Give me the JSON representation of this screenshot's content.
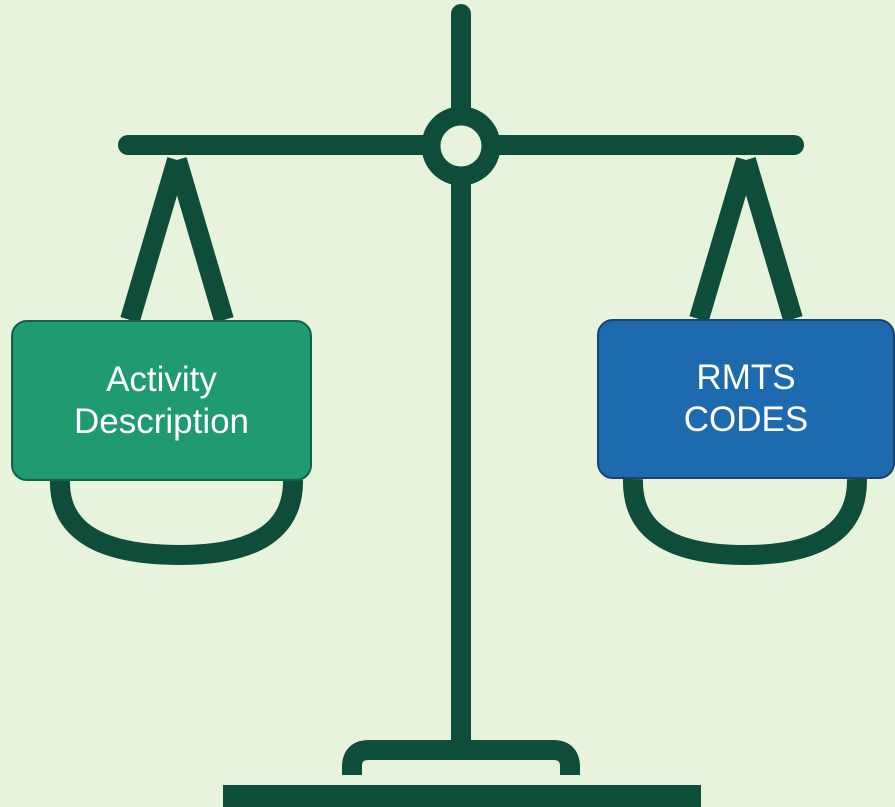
{
  "colors": {
    "background": "#E8F3DB",
    "scale": "#0F4D3B",
    "left_box_fill": "#1F9A73",
    "right_box_fill": "#1E6AAE",
    "box_text": "#FFFFFF"
  },
  "left_pan": {
    "label_lines": [
      "Activity",
      "Description"
    ]
  },
  "right_pan": {
    "label_lines": [
      "RMTS",
      "CODES"
    ]
  }
}
